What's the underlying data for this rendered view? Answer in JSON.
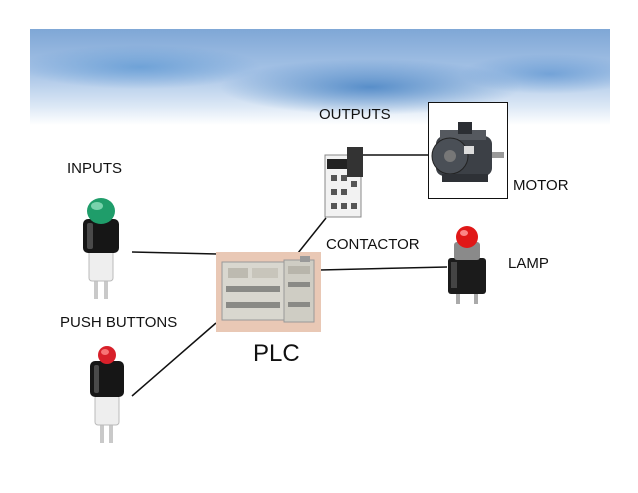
{
  "diagram": {
    "labels": {
      "outputs": "OUTPUTS",
      "inputs": "INPUTS",
      "motor": "MOTOR",
      "contactor": "CONTACTOR",
      "lamp": "LAMP",
      "push_buttons": "PUSH BUTTONS",
      "plc": "PLC"
    },
    "colors": {
      "green_button": "#1f9d6a",
      "red_button": "#d8202a",
      "lamp_red": "#e01818",
      "plc_body": "#d9d7cf",
      "banner_blue": "#7fa7d6"
    },
    "icons": [
      "green-push-button-icon",
      "red-push-button-icon",
      "plc-icon",
      "contactor-icon",
      "motor-icon",
      "lamp-icon"
    ]
  }
}
